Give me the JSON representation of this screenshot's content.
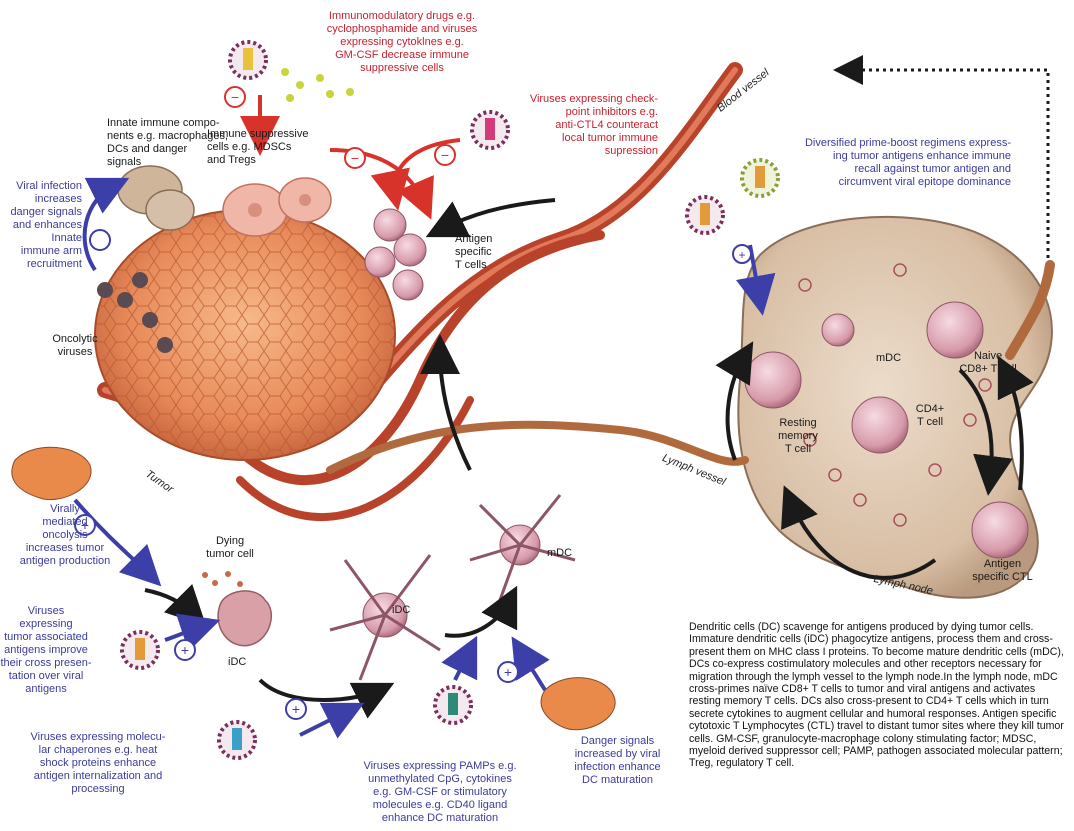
{
  "labels": {
    "immunomodulatory": "Immunomodulatory drugs e.g.\ncyclophosphamide and viruses\nexpressing cytoklnes e.g.\nGM-CSF decrease immune\nsuppressive cells",
    "checkpoint": "Viruses expressing check-\npoint inhibitors e.g.\nanti-CTL4 counteract\nlocal tumor immune\nsupression",
    "innate_components": "Innate immune compo-\nnents e.g. macrophages,\nDCs and danger\nsignals",
    "immune_suppressive": "Immune suppressive\ncells e.g. MDSCs\nand Tregs",
    "viral_infection_danger": "Viral infection\nincreases\ndanger signals\nand enhances\nInnate\nimmune arm\nrecruitment",
    "antigen_specific_t": "Antigen\nspecific\nT cells",
    "oncolytic_viruses": "Oncolytic\nviruses",
    "blood_vessel": "Blood vessel",
    "diversified": "Diversified prime-boost regimens express-\ning tumor antigens enhance immune\nrecall against tumor antigen and\ncircumvent viral epitope dominance",
    "mdc_node": "mDC",
    "naive_cd8": "Naive\nCD8+ T cell",
    "cd4": "CD4+\nT cell",
    "resting_memory": "Resting\nmemory\nT cell",
    "lymph_vessel": "Lymph vessel",
    "tumor": "Tumor",
    "virally_mediated": "Virally\nmediated\noncolysis\nincreases tumor\nantigen production",
    "dying_tumor_cell": "Dying\ntumor cell",
    "mdc_mid": "mDC",
    "idc_1": "iDC",
    "idc_2": "iDC",
    "viruses_tumor_antigens": "Viruses expressing\ntumor associated\nantigens improve\ntheir cross presen-\ntation over viral\nantigens",
    "viruses_chaperones": "Viruses expressing molecu-\nlar chaperones e.g. heat\nshock proteins enhance\nantigen internalization and\nprocessing",
    "viruses_pamps": "Viruses expressing PAMPs e.g.\nunmethylated CpG, cytokines\ne.g. GM-CSF or stimulatory\nmolecules e.g. CD40 ligand\nenhance DC maturation",
    "danger_signals": "Danger signals\nincreased by viral\ninfection enhance\nDC maturation",
    "antigen_specific_ctl": "Antigen\nspecific CTL",
    "lymph_node": "Lymph node"
  },
  "caption": "Dendritic cells (DC) scavenge for antigens produced by dying tumor cells. Immature dendritic cells (iDC) phagocytize antigens, process them and cross-present them on MHC class I proteins. To become mature dendritic cells (mDC), DCs co-express costimulatory molecules and other receptors necessary for migration through the lymph vessel to the lymph node.In the lymph node, mDC cross-primes naïve CD8+ T cells to tumor and viral antigens and activates resting memory T cells. DCs also cross-present to CD4+ T cells which in turn secrete cytokines to augment cellular and humoral responses. Antigen specific cytotoxic T Lymphocytes (CTL) travel to distant tumor sites where they kill tumor cells. GM-CSF, granulocyte-macrophage colony stimulating factor; MDSC, myeloid derived suppressor cell; PAMP, pathogen associated molecular pattern; Treg, regulatory T cell.",
  "symbols": {
    "plus": "+",
    "minus": "−"
  },
  "colors": {
    "red_text": "#c8202f",
    "blue_text": "#3b3c9a",
    "red_arrow": "#d8332a",
    "blue_arrow": "#3d3fa8",
    "vessel": "#b8432a",
    "tumor": "#e89060",
    "lymph_node": "#d9c0a8",
    "cell_pink": "#dca0b0"
  }
}
